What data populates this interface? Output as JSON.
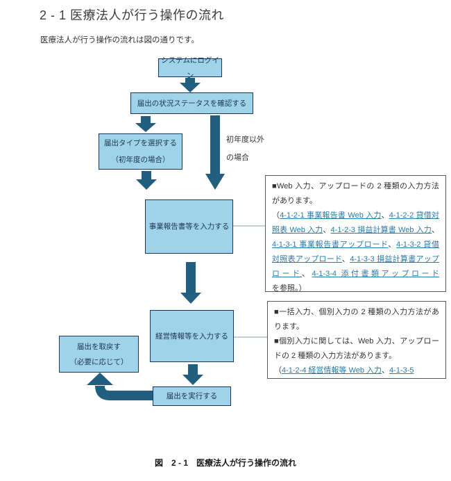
{
  "page": {
    "heading": "2 - 1 医療法人が行う操作の流れ",
    "intro": "医療法人が行う操作の流れは図の通りです。",
    "caption": "図　2 - 1　医療法人が行う操作の流れ"
  },
  "colors": {
    "box_fill": "#9fd3ea",
    "box_border": "#17375d",
    "arrow": "#215e80",
    "link": "#2b7aa6",
    "note_border": "#595959",
    "connector": "#9db3c8",
    "text": "#333333",
    "node_text": "#1e3450"
  },
  "flowchart": {
    "nodes": {
      "login": "システムにログイン",
      "status": "届出の状況ステータスを確認する",
      "select_type_line1": "届出タイプを選択する",
      "select_type_line2": "（初年度の場合）",
      "report": "事業報告書等を入力する",
      "mgmt": "経営情報等を入力する",
      "withdraw_line1": "届出を取戻す",
      "withdraw_line2": "（必要に応じて）",
      "execute": "届出を実行する"
    },
    "branch_label": {
      "line1": "初年度以外",
      "line2": "の場合"
    },
    "notes": [
      {
        "paragraphs": [
          [
            {
              "t": "■Web 入力、アップロードの 2 種類の入力方法があります。"
            }
          ],
          [
            {
              "t": "（"
            },
            {
              "t": "4-1-2-1 事業報告書 Web 入力",
              "link": true
            },
            {
              "t": "、"
            },
            {
              "t": "4-1-2-2 貸借対照表 Web 入力",
              "link": true
            },
            {
              "t": "、"
            },
            {
              "t": "4-1-2-3 損益計算書 Web 入力",
              "link": true
            },
            {
              "t": "、"
            },
            {
              "t": "4-1-3-1 事業報告書アップロード",
              "link": true
            },
            {
              "t": "、"
            },
            {
              "t": "4-1-3-2 貸借対照表アップロード",
              "link": true
            },
            {
              "t": "、"
            },
            {
              "t": "4-1-3-3 損益計算書アップロード",
              "link": true
            },
            {
              "t": "、"
            },
            {
              "t": "4-1-3-4 添付書類アップロード",
              "link": true
            },
            {
              "t": "を参照。）"
            }
          ]
        ]
      },
      {
        "paragraphs": [
          [
            {
              "t": "■一括入力、個別入力の 2 種類の入力方法があります。"
            }
          ],
          [
            {
              "t": "■個別入力に関しては、Web 入力、アップロードの 2 種類の入力方法があります。"
            }
          ],
          [
            {
              "t": "（"
            },
            {
              "t": "4-1-2-4 経営情報等 Web 入力",
              "link": true
            },
            {
              "t": "、"
            },
            {
              "t": "4-1-3-5",
              "link": true
            }
          ]
        ]
      }
    ]
  }
}
